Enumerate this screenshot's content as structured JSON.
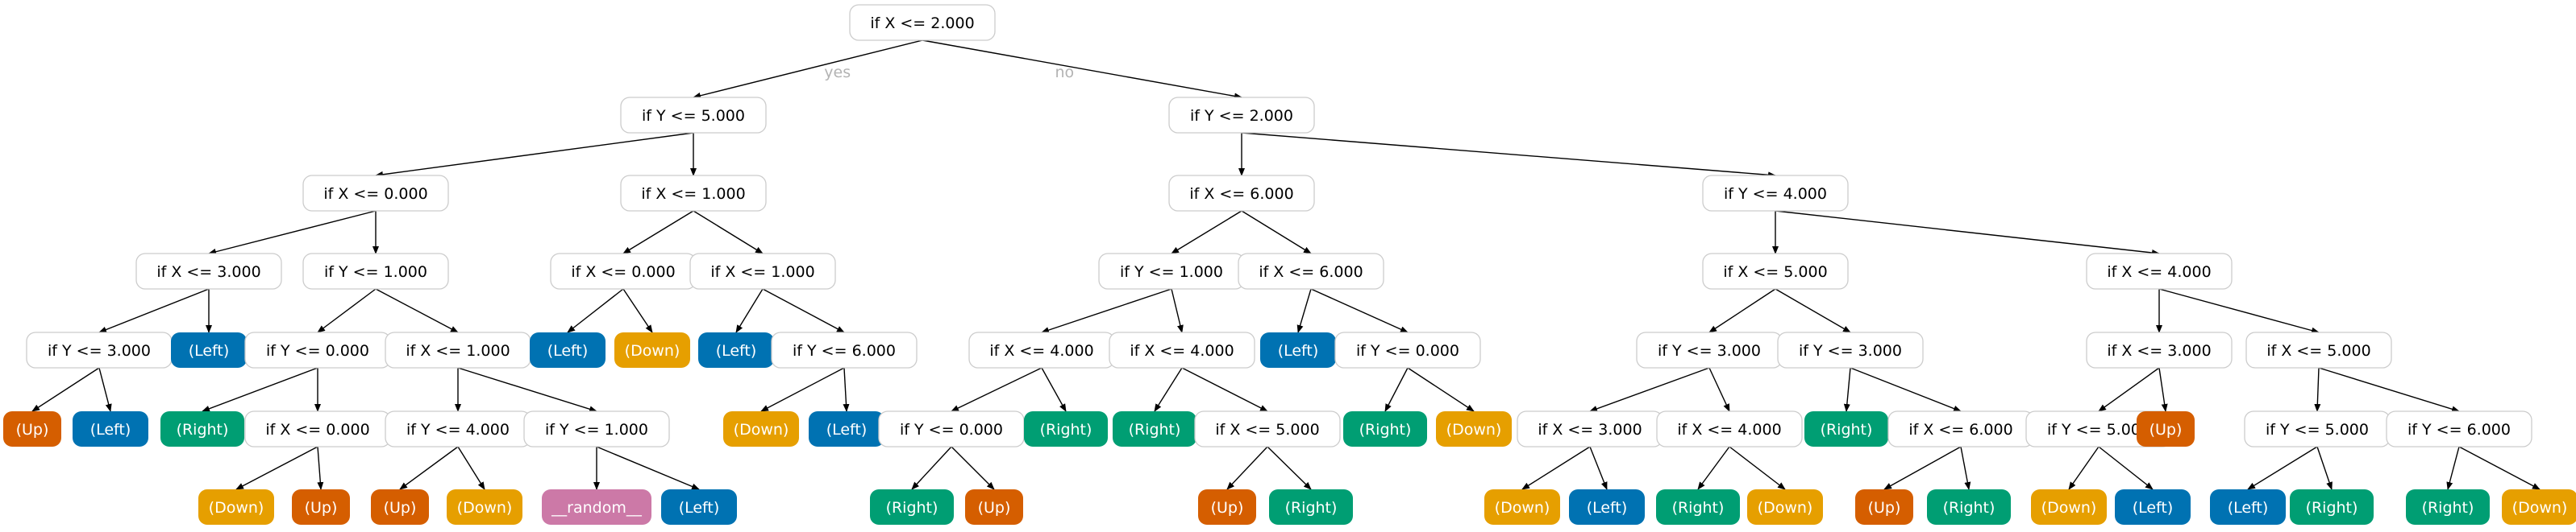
{
  "colors": {
    "Up": "#d55e00",
    "Left": "#0072b2",
    "Right": "#009e73",
    "Down": "#e69f00",
    "__random__": "#cc79a7",
    "condition_border": "#cccccc",
    "edge": "#000000",
    "branch_label": "#b3b3b3"
  },
  "branch_labels": {
    "yes": "yes",
    "no": "no"
  },
  "nodes": [
    {
      "id": "n0",
      "label": "if X <= 2.000"
    },
    {
      "id": "n1",
      "label": "if Y <= 5.000",
      "parent": "n0",
      "edge": "yes"
    },
    {
      "id": "n2",
      "label": "if Y <= 2.000",
      "parent": "n0",
      "edge": "no"
    },
    {
      "id": "n3",
      "label": "if X <= 0.000",
      "parent": "n1"
    },
    {
      "id": "n4",
      "label": "if X <= 1.000",
      "parent": "n1"
    },
    {
      "id": "n5",
      "label": "if X <= 6.000",
      "parent": "n2"
    },
    {
      "id": "n6",
      "label": "if Y <= 4.000",
      "parent": "n2"
    },
    {
      "id": "n7",
      "label": "if X <= 3.000",
      "parent": "n3"
    },
    {
      "id": "n8",
      "label": "if Y <= 1.000",
      "parent": "n3"
    },
    {
      "id": "n9",
      "label": "if X <= 0.000",
      "parent": "n4"
    },
    {
      "id": "n10",
      "label": "if X <= 1.000",
      "parent": "n4"
    },
    {
      "id": "n11",
      "label": "if Y <= 1.000",
      "parent": "n5"
    },
    {
      "id": "n12",
      "label": "if X <= 6.000",
      "parent": "n5"
    },
    {
      "id": "n13",
      "label": "if X <= 5.000",
      "parent": "n6"
    },
    {
      "id": "n14",
      "label": "if X <= 4.000",
      "parent": "n6"
    },
    {
      "id": "n15",
      "label": "if Y <= 3.000",
      "parent": "n7"
    },
    {
      "id": "n16",
      "label": "(Left)",
      "leaf": "Left",
      "parent": "n7"
    },
    {
      "id": "n17",
      "label": "if Y <= 0.000",
      "parent": "n8"
    },
    {
      "id": "n18",
      "label": "if X <= 1.000",
      "parent": "n8"
    },
    {
      "id": "n19",
      "label": "(Left)",
      "leaf": "Left",
      "parent": "n9"
    },
    {
      "id": "n20",
      "label": "(Down)",
      "leaf": "Down",
      "parent": "n9"
    },
    {
      "id": "n21",
      "label": "(Left)",
      "leaf": "Left",
      "parent": "n10"
    },
    {
      "id": "n22",
      "label": "if Y <= 6.000",
      "parent": "n10"
    },
    {
      "id": "n23",
      "label": "if X <= 4.000",
      "parent": "n11"
    },
    {
      "id": "n24",
      "label": "if X <= 4.000",
      "parent": "n11"
    },
    {
      "id": "n25",
      "label": "(Left)",
      "leaf": "Left",
      "parent": "n12"
    },
    {
      "id": "n26",
      "label": "if Y <= 0.000",
      "parent": "n12"
    },
    {
      "id": "n27",
      "label": "if Y <= 3.000",
      "parent": "n13"
    },
    {
      "id": "n28",
      "label": "if Y <= 3.000",
      "parent": "n13"
    },
    {
      "id": "n29",
      "label": "if X <= 3.000",
      "parent": "n14"
    },
    {
      "id": "n30",
      "label": "if X <= 5.000",
      "parent": "n14"
    },
    {
      "id": "n31",
      "label": "(Up)",
      "leaf": "Up",
      "parent": "n15"
    },
    {
      "id": "n32",
      "label": "(Left)",
      "leaf": "Left",
      "parent": "n15"
    },
    {
      "id": "n33",
      "label": "(Right)",
      "leaf": "Right",
      "parent": "n17"
    },
    {
      "id": "n34",
      "label": "if X <= 0.000",
      "parent": "n17"
    },
    {
      "id": "n35",
      "label": "if Y <= 4.000",
      "parent": "n18"
    },
    {
      "id": "n36",
      "label": "if Y <= 1.000",
      "parent": "n18"
    },
    {
      "id": "n37",
      "label": "(Down)",
      "leaf": "Down",
      "parent": "n22"
    },
    {
      "id": "n38",
      "label": "(Left)",
      "leaf": "Left",
      "parent": "n22"
    },
    {
      "id": "n39",
      "label": "if Y <= 0.000",
      "parent": "n23"
    },
    {
      "id": "n40",
      "label": "(Right)",
      "leaf": "Right",
      "parent": "n23"
    },
    {
      "id": "n41",
      "label": "(Right)",
      "leaf": "Right",
      "parent": "n24"
    },
    {
      "id": "n42",
      "label": "if X <= 5.000",
      "parent": "n24"
    },
    {
      "id": "n43",
      "label": "(Right)",
      "leaf": "Right",
      "parent": "n26"
    },
    {
      "id": "n44",
      "label": "(Down)",
      "leaf": "Down",
      "parent": "n26"
    },
    {
      "id": "n45",
      "label": "if X <= 3.000",
      "parent": "n27"
    },
    {
      "id": "n46",
      "label": "if X <= 4.000",
      "parent": "n27"
    },
    {
      "id": "n47",
      "label": "(Right)",
      "leaf": "Right",
      "parent": "n28"
    },
    {
      "id": "n48",
      "label": "if X <= 6.000",
      "parent": "n28"
    },
    {
      "id": "n49",
      "label": "if Y <= 5.000",
      "parent": "n29"
    },
    {
      "id": "n50",
      "label": "(Up)",
      "leaf": "Up",
      "parent": "n29"
    },
    {
      "id": "n51",
      "label": "if Y <= 5.000",
      "parent": "n30"
    },
    {
      "id": "n52",
      "label": "if Y <= 6.000",
      "parent": "n30"
    },
    {
      "id": "n53",
      "label": "(Down)",
      "leaf": "Down",
      "parent": "n34"
    },
    {
      "id": "n54",
      "label": "(Up)",
      "leaf": "Up",
      "parent": "n34"
    },
    {
      "id": "n55",
      "label": "(Up)",
      "leaf": "Up",
      "parent": "n35"
    },
    {
      "id": "n56",
      "label": "(Down)",
      "leaf": "Down",
      "parent": "n35"
    },
    {
      "id": "n57",
      "label": "__random__",
      "leaf": "__random__",
      "parent": "n36"
    },
    {
      "id": "n58",
      "label": "(Left)",
      "leaf": "Left",
      "parent": "n36"
    },
    {
      "id": "n59",
      "label": "(Right)",
      "leaf": "Right",
      "parent": "n39"
    },
    {
      "id": "n60",
      "label": "(Up)",
      "leaf": "Up",
      "parent": "n39"
    },
    {
      "id": "n61",
      "label": "(Up)",
      "leaf": "Up",
      "parent": "n42"
    },
    {
      "id": "n62",
      "label": "(Right)",
      "leaf": "Right",
      "parent": "n42"
    },
    {
      "id": "n63",
      "label": "(Down)",
      "leaf": "Down",
      "parent": "n45"
    },
    {
      "id": "n64",
      "label": "(Left)",
      "leaf": "Left",
      "parent": "n45"
    },
    {
      "id": "n65",
      "label": "(Right)",
      "leaf": "Right",
      "parent": "n46"
    },
    {
      "id": "n66",
      "label": "(Down)",
      "leaf": "Down",
      "parent": "n46"
    },
    {
      "id": "n67",
      "label": "(Up)",
      "leaf": "Up",
      "parent": "n48"
    },
    {
      "id": "n68",
      "label": "(Right)",
      "leaf": "Right",
      "parent": "n48"
    },
    {
      "id": "n69",
      "label": "(Down)",
      "leaf": "Down",
      "parent": "n49"
    },
    {
      "id": "n70",
      "label": "(Left)",
      "leaf": "Left",
      "parent": "n49"
    },
    {
      "id": "n71",
      "label": "(Left)",
      "leaf": "Left",
      "parent": "n51"
    },
    {
      "id": "n72",
      "label": "(Right)",
      "leaf": "Right",
      "parent": "n51"
    },
    {
      "id": "n73",
      "label": "(Right)",
      "leaf": "Right",
      "parent": "n52"
    },
    {
      "id": "n74",
      "label": "(Down)",
      "leaf": "Down",
      "parent": "n52"
    }
  ]
}
